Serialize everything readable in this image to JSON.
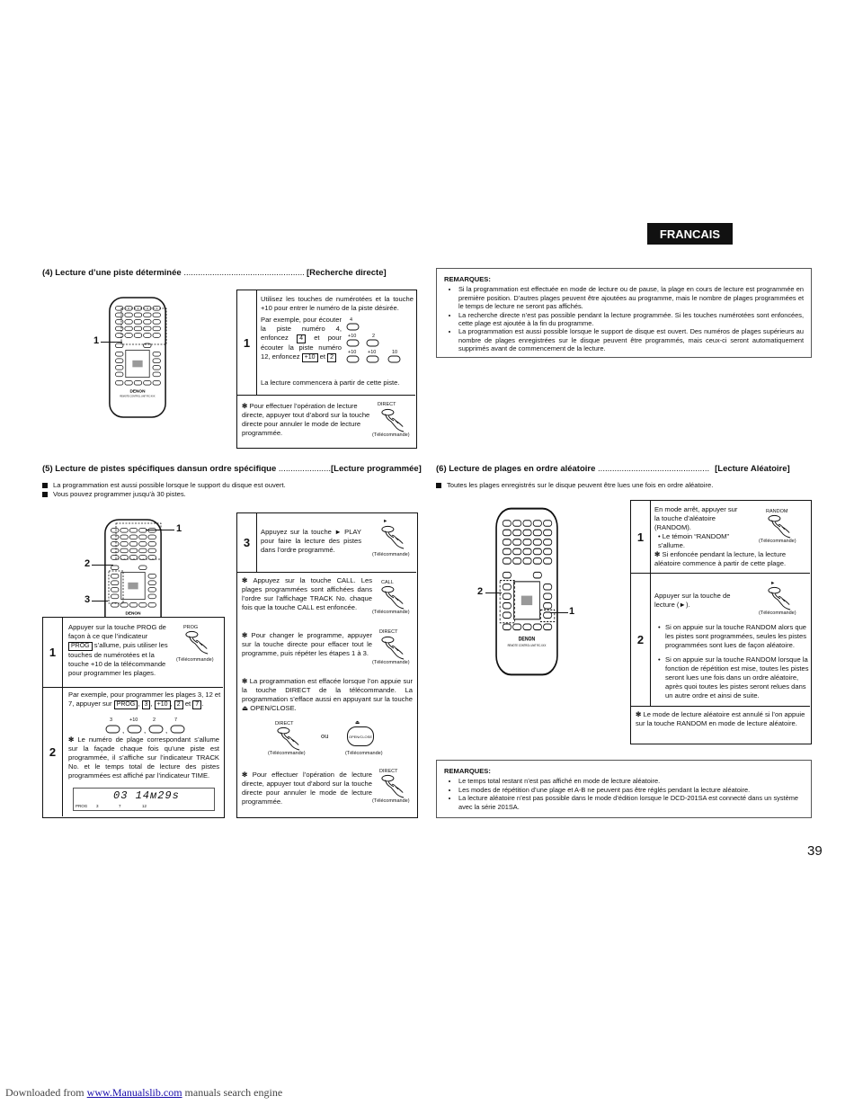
{
  "language_label": "FRANCAIS",
  "page_number": "39",
  "footer": {
    "prefix": "Downloaded from ",
    "link": "www.Manualslib.com",
    "suffix": " manuals search engine"
  },
  "remote": {
    "brand": "DENON",
    "caption": "REMOTE CONTROL UNIT  RC-XXX"
  },
  "common": {
    "telecommande": "(Télécommande)",
    "ou": "ou"
  },
  "section4": {
    "title": "(4)  Lecture d’une piste déterminée",
    "dots": " ...................................................",
    "tag": "[Recherche directe]",
    "callout": "1",
    "step_num": "1",
    "p1": "Utilisez les touches de numérotées et la touche +10 pour entrer le numéro de la piste désirée.",
    "p2a": "Par exemple, pour écouter la piste numéro 4, enfoncez",
    "key4": "4",
    "p2b": "et pour écouter la piste numéro 12, enfoncez",
    "key10": "+10",
    "p2c": "et",
    "key2": "2",
    "p3": "La lecture commencera à partir de cette piste.",
    "labels": {
      "four": "4",
      "plus10": "+10",
      "two": "2",
      "plus10b": "+10",
      "plus10c": "+10",
      "ten": "10"
    },
    "note": "Pour effectuer l’opération de lecture directe, appuyer tout d’abord sur la touche directe pour annuler le mode de lecture programmée.",
    "note_label": "DIRECT"
  },
  "remarques_top": {
    "heading": "REMARQUES:",
    "items": [
      "Si la programmation est effectuée en mode de lecture ou de pause, la plage en cours de lecture est programmée en première position. D’autres plages peuvent être ajoutées au programme, mais le nombre de plages programmées et le temps de lecture ne seront pas affichés.",
      "La recherche directe n’est pas possible pendant la lecture programmée. Si les touches numérotées sont enfoncées, cette plage est ajoutée à la fin du programme.",
      "La programmation est aussi possible lorsque le support de disque est ouvert. Des numéros de plages supérieurs au nombre de plages enregistrées sur le disque peuvent être programmés, mais ceux-ci seront automatiquement supprimés avant de commencement de la lecture."
    ]
  },
  "section5": {
    "title": "(5)  Lecture de pistes spécifiques dansun ordre spécifique",
    "dots": "  ......................",
    "tag": "[Lecture programmée]",
    "bullets": [
      "La programmation est aussi possible lorsque le support du disque est ouvert.",
      "Vous pouvez programmer jusqu’à 30 pistes."
    ],
    "callouts": [
      "1",
      "2",
      "3"
    ],
    "step1_num": "1",
    "step1_a": "Appuyer sur la touche PROG de façon à ce que l’indicateur",
    "step1_key": "PROG",
    "step1_b": "s’allume, puis utiliser les touches de numérotées et la touche +10 de la télécommande pour programmer les plages.",
    "step1_label": "PROG",
    "step2_num": "2",
    "step2_a": "Par exemple, pour programmer les plages 3, 12 et 7, appuyer sur",
    "step2_keys": [
      "PROG",
      "3",
      "+10",
      "2",
      "7"
    ],
    "step2_et": "et",
    "seq_labels": [
      "3",
      "+10",
      "2",
      "7"
    ],
    "step2_note": "Le numéro de plage correspondant s’allume sur la façade chaque fois qu’une piste est programmée, il s’affiche sur l’indicateur TRACK No. et le temps total de lecture des pistes programmées est affiché par l’indicateur TIME.",
    "display_main": "03   14м29s",
    "display_sub": [
      "PROG",
      "3",
      "7",
      "12"
    ],
    "step3_num": "3",
    "step3_text": "Appuyez sur la touche ► PLAY pour faire la lecture des pistes dans l’ordre programmé.",
    "step3_label": "►",
    "call_note": "Appuyez sur la touche CALL. Les plages programmées sont affichées dans l’ordre sur l’affichage TRACK No. chaque fois que la touche CALL est enfoncée.",
    "call_label": "CALL",
    "change_note": "Pour changer le programme, appuyer sur la touche directe pour effacer tout le programme, puis répéter les étapes 1 à 3.",
    "change_label": "DIRECT",
    "erase_note": "La programmation est effacée lorsque l’on appuie sur la touche DIRECT de la télécommande. La programmation s’efface aussi en appuyant sur la touche ⏏ OPEN/CLOSE.",
    "erase_labels": [
      "DIRECT",
      "OPEN/CLOSE"
    ],
    "direct_note": "Pour effectuer l’opération de lecture directe, appuyer tout d’abord sur la touche directe pour annuler le mode de lecture programmée.",
    "direct_label": "DIRECT"
  },
  "section6": {
    "title": "(6)  Lecture de plages en ordre aléatoire",
    "dots": " ...............................................",
    "tag": "[Lecture Aléatoire]",
    "bullet": "Toutes les plages enregistrés sur le disque peuvent être lues une fois en ordre aléatoire.",
    "callouts": [
      "2",
      "1"
    ],
    "step1_num": "1",
    "step1_text": "En mode arrêt, appuyer sur la touche d’aléatoire (RANDOM).",
    "step1_bullet": "• Le témoin “RANDOM” s’allume.",
    "step1_label": "RANDOM",
    "step1_note": "Si enfoncée pendant la lecture, la lecture aléatoire commence à partir de cette plage.",
    "step2_num": "2",
    "step2_text": "Appuyer sur la touche de lecture (►).",
    "step2_label": "►",
    "step2_bullets": [
      "Si on appuie sur la touche RANDOM alors que les pistes sont programmées, seules les pistes programmées sont lues de façon aléatoire.",
      "Si on appuie sur la touche RANDOM lorsque la fonction de répétition est mise, toutes les pistes seront lues une fois dans un ordre aléatoire, après quoi toutes les pistes seront relues dans un autre ordre et ainsi de suite."
    ],
    "note": "Le mode de lecture aléatoire est annulé si l’on appuie sur la touche RANDOM en mode de lecture aléatoire."
  },
  "remarques_bottom": {
    "heading": "REMARQUES:",
    "items": [
      "Le temps total restant n’est pas affiché en mode de lecture aléatoire.",
      "Les modes de répétition d’une plage et A-B ne peuvent pas être réglés pendant la lecture aléatoire.",
      "La lecture aléatoire n’est pas possible dans le mode d’édition lorsque le DCD-201SA est connecté dans un système avec la série 201SA."
    ]
  }
}
